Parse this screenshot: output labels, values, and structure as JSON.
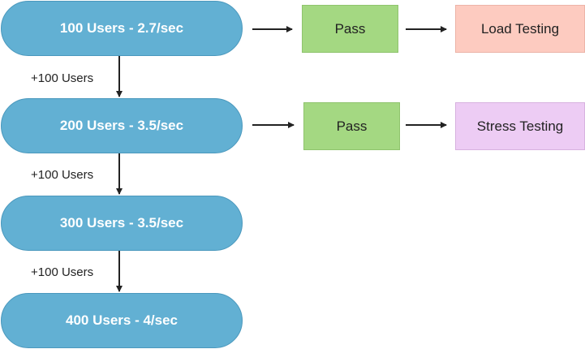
{
  "stages": [
    {
      "label": "100 Users - 2.7/sec"
    },
    {
      "label": "200 Users - 3.5/sec"
    },
    {
      "label": "300 Users - 3.5/sec"
    },
    {
      "label": "400 Users - 4/sec"
    }
  ],
  "increments": [
    "+100 Users",
    "+100 Users",
    "+100 Users"
  ],
  "results": [
    {
      "status": "Pass",
      "outcome": "Load Testing"
    },
    {
      "status": "Pass",
      "outcome": "Stress Testing"
    }
  ],
  "colors": {
    "stage_fill": "#62b0d3",
    "pass_fill": "#a4d882",
    "load_fill": "#fdcbc0",
    "stress_fill": "#edccf4",
    "arrow": "#222222"
  }
}
